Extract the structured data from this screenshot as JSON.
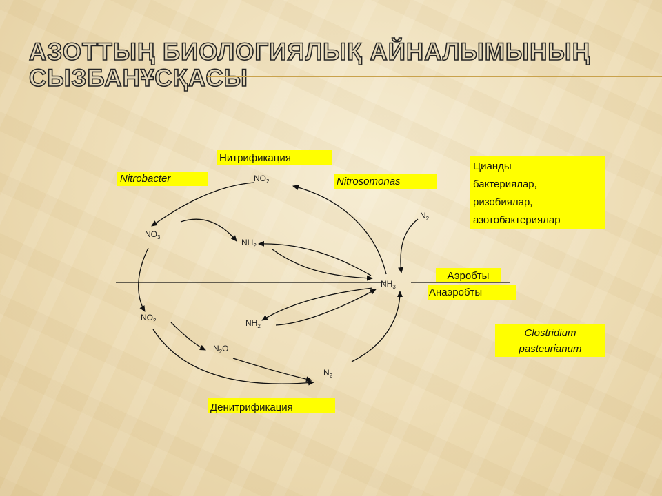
{
  "title": {
    "line1": "Азоттың биологиялық айналымының",
    "line2": "сызбанұсқасы"
  },
  "labels": {
    "nitrification": "Нитрификация",
    "denitrification": "Денитрификация",
    "nitrobacter": "Nitrobacter",
    "nitrosomonas": "Nitrosomonas",
    "fixers": [
      "Цианды",
      "бактериялар,",
      "ризобиялар,",
      "азотобактериялар"
    ],
    "aerobic": "Аэробты",
    "anaerobic": "Анаэробты",
    "clostridium": [
      "Clostridium",
      "pasteurianum"
    ]
  },
  "compounds": {
    "no2_top": {
      "base": "NO",
      "sub": "2"
    },
    "no3": {
      "base": "NO",
      "sub": "3"
    },
    "nh2_upper": {
      "base": "NH",
      "sub": "2"
    },
    "nh3": {
      "base": "NH",
      "sub": "3"
    },
    "n2_top": {
      "base": "N",
      "sub": "2"
    },
    "no2_lower": {
      "base": "NO",
      "sub": "2"
    },
    "nh2_lower": {
      "base": "NH",
      "sub": "2"
    },
    "n2o": {
      "base": "N",
      "sub": "2",
      "tail": "O"
    },
    "n2_bottom": {
      "base": "N",
      "sub": "2"
    }
  },
  "colors": {
    "highlight": "#ffff00",
    "accent_rule": "#c9a24c"
  }
}
